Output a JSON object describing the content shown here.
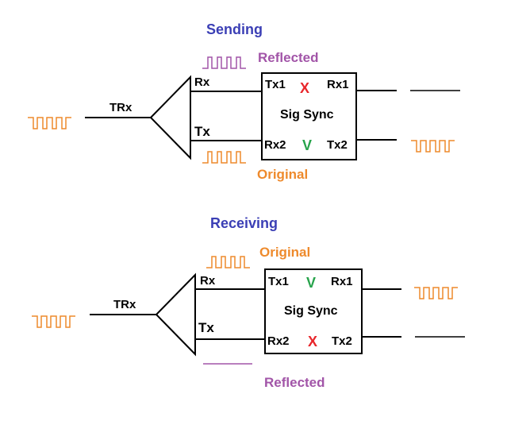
{
  "colors": {
    "heading": "#3b3fb5",
    "original": "#ee8a2c",
    "reflected": "#a255a8",
    "cross": "#e8262b",
    "check": "#27a34b",
    "line": "#000000"
  },
  "sending": {
    "heading": "Sending",
    "reflected_label": "Reflected",
    "original_label": "Original",
    "trx_label": "TRx",
    "rx_label": "Rx",
    "tx_label": "Tx",
    "box_title": "Sig Sync",
    "tx1": "Tx1",
    "rx1": "Rx1",
    "rx2": "Rx2",
    "tx2": "Tx2",
    "mark_top": "X",
    "mark_bottom": "V"
  },
  "receiving": {
    "heading": "Receiving",
    "original_label": "Original",
    "reflected_label": "Reflected",
    "trx_label": "TRx",
    "rx_label": "Rx",
    "tx_label": "Tx",
    "box_title": "Sig Sync",
    "tx1": "Tx1",
    "rx1": "Rx1",
    "rx2": "Rx2",
    "tx2": "Tx2",
    "mark_top": "V",
    "mark_bottom": "X"
  }
}
